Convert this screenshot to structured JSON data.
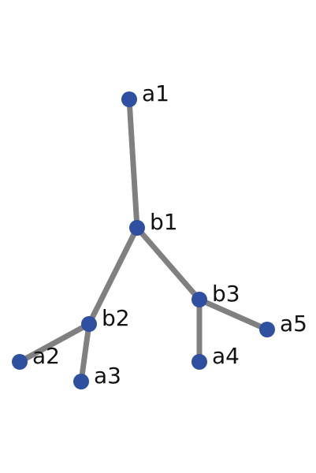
{
  "diagram": {
    "type": "tree",
    "colors": {
      "node": "#2f4fa0",
      "edge": "#808080",
      "label": "#111111",
      "background": "#ffffff"
    },
    "nodes": [
      {
        "id": "a1",
        "label": "a1"
      },
      {
        "id": "b1",
        "label": "b1"
      },
      {
        "id": "b2",
        "label": "b2"
      },
      {
        "id": "b3",
        "label": "b3"
      },
      {
        "id": "a2",
        "label": "a2"
      },
      {
        "id": "a3",
        "label": "a3"
      },
      {
        "id": "a4",
        "label": "a4"
      },
      {
        "id": "a5",
        "label": "a5"
      }
    ],
    "edges": [
      {
        "from": "a1",
        "to": "b1"
      },
      {
        "from": "b1",
        "to": "b2"
      },
      {
        "from": "b1",
        "to": "b3"
      },
      {
        "from": "b2",
        "to": "a2"
      },
      {
        "from": "b2",
        "to": "a3"
      },
      {
        "from": "b3",
        "to": "a4"
      },
      {
        "from": "b3",
        "to": "a5"
      }
    ]
  }
}
